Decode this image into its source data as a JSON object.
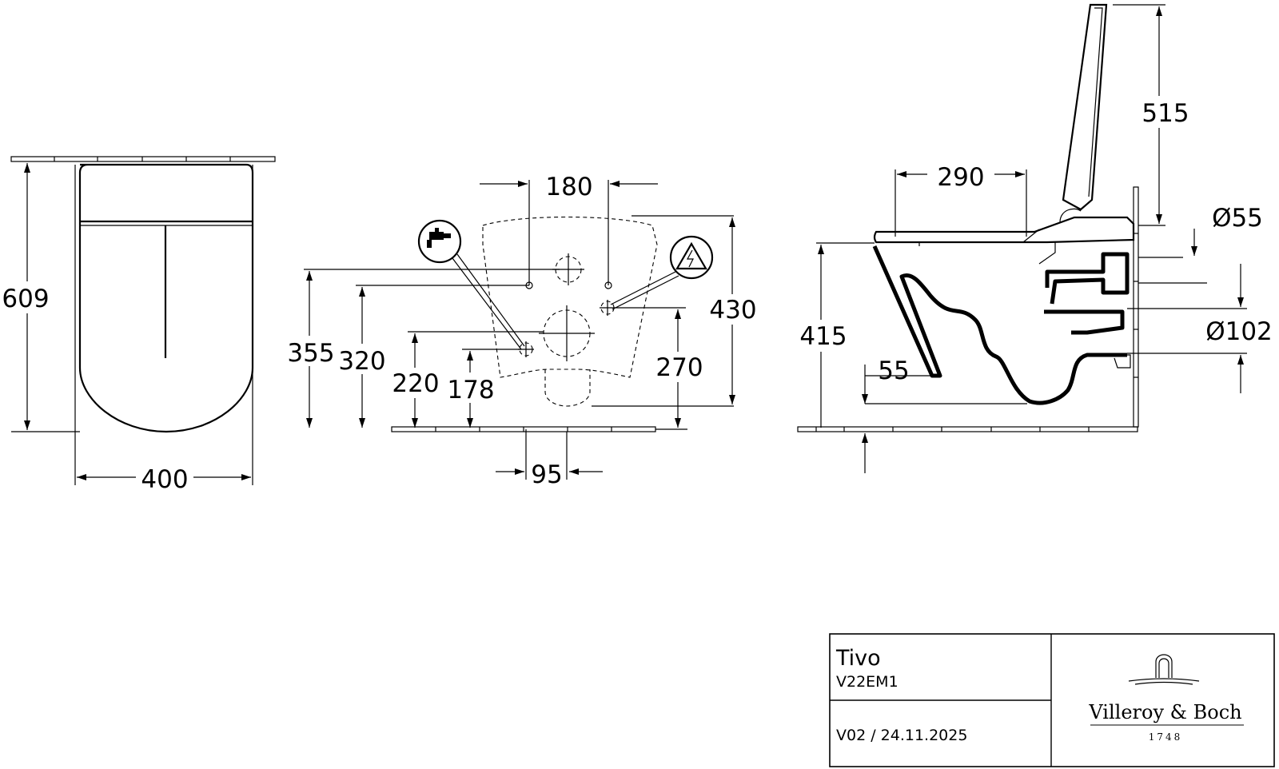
{
  "dimensions": {
    "top_width": "400",
    "top_depth": "609",
    "fix_spacing": "180",
    "frame_height": "430",
    "h_355": "355",
    "h_320": "320",
    "h_220": "220",
    "h_178": "178",
    "h_270": "270",
    "offset_95": "95",
    "side_290": "290",
    "side_515": "515",
    "dia_55": "Ø55",
    "side_415": "415",
    "side_55": "55",
    "dia_102": "Ø102"
  },
  "title_block": {
    "product": "Tivo",
    "code": "V22EM1",
    "version": "V02 / 24.11.2025",
    "brand": "Villeroy & Boch",
    "brand_year": "1748"
  },
  "icons": {
    "water": "water-tap-icon",
    "electric": "electric-hazard-icon",
    "brand": "villeroy-boch-logo-icon"
  }
}
